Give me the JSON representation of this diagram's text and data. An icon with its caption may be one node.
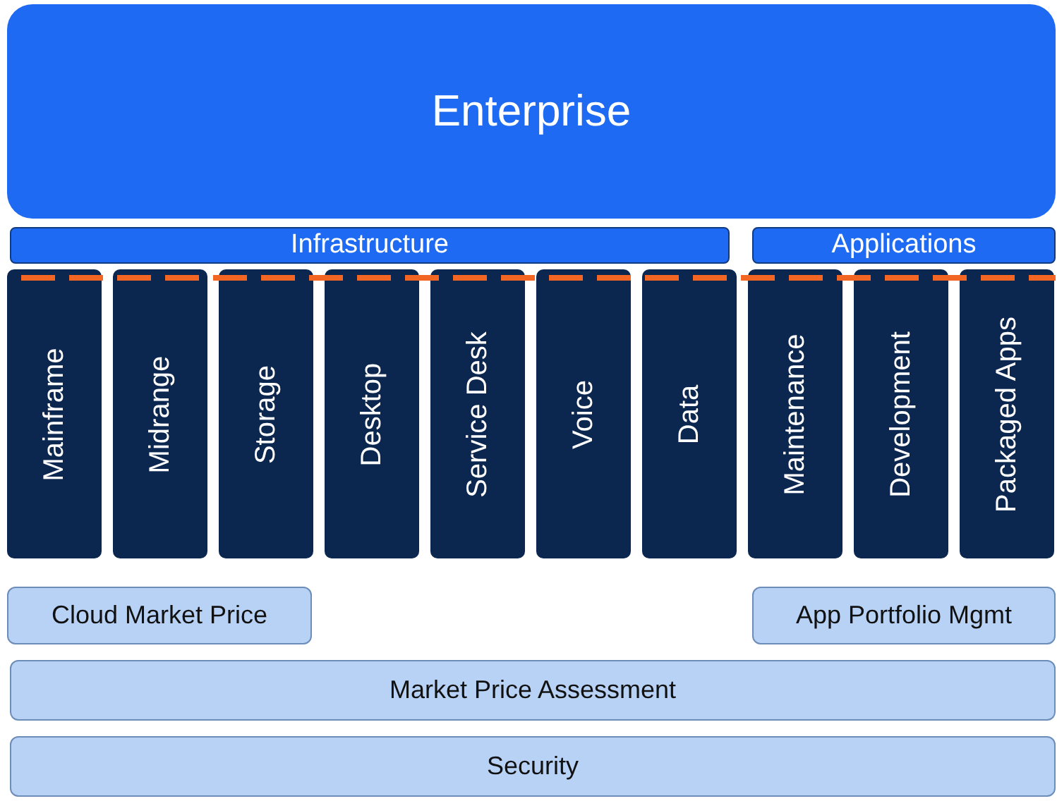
{
  "diagram": {
    "nodes": [
      {
        "text": [
          "Enterprise"
        ]
      },
      {
        "text": [
          "Infrastructure"
        ]
      },
      {
        "text": [
          "Applications"
        ]
      },
      {
        "text": [
          "Mainframe"
        ]
      },
      {
        "text": [
          "Midrange"
        ]
      },
      {
        "text": [
          "Storage"
        ]
      },
      {
        "text": [
          "Desktop"
        ]
      },
      {
        "text": [
          "Service Desk"
        ]
      },
      {
        "text": [
          "Voice"
        ]
      },
      {
        "text": [
          "Data"
        ]
      },
      {
        "text": [
          "Maintenance"
        ]
      },
      {
        "text": [
          "Development"
        ]
      },
      {
        "text": [
          "Packaged Apps"
        ]
      },
      {
        "text": [
          "Cloud Market Price"
        ]
      },
      {
        "text": [
          "App Portfolio Mgmt"
        ]
      },
      {
        "text": [
          "Market Price Assessment"
        ]
      },
      {
        "text": [
          "Security"
        ]
      }
    ]
  }
}
